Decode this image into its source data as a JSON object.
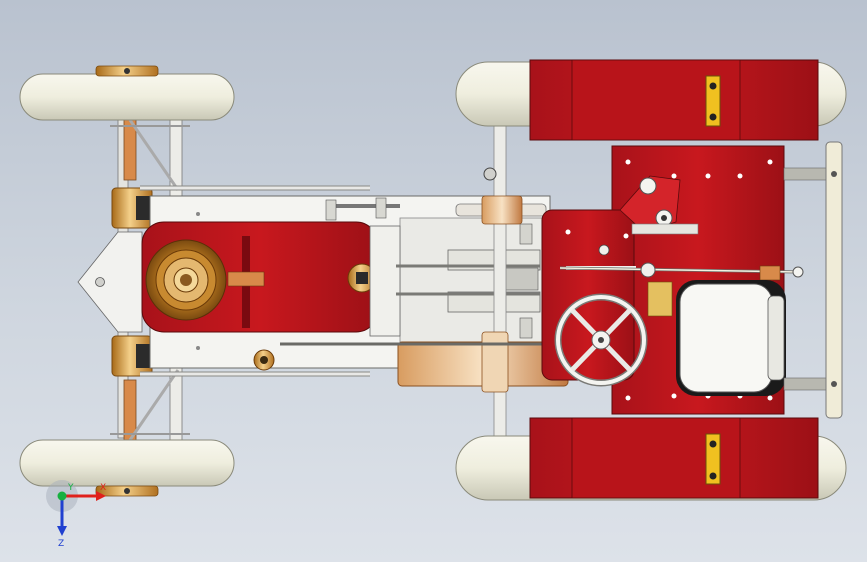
{
  "viewport": {
    "view": "top",
    "background_top": "#b9c2cf",
    "background_bottom": "#dde2e9"
  },
  "model": {
    "primary_color": "#c0181c",
    "tire_color": "#f1f0e4",
    "brass_color": "#d9a23a",
    "steel_color": "#e8e8e6"
  },
  "axis_triad": {
    "x_label": "X",
    "y_label": "Y",
    "z_label": "Z",
    "x_color": "#e0201c",
    "y_color": "#18b040",
    "z_color": "#2040d0"
  }
}
